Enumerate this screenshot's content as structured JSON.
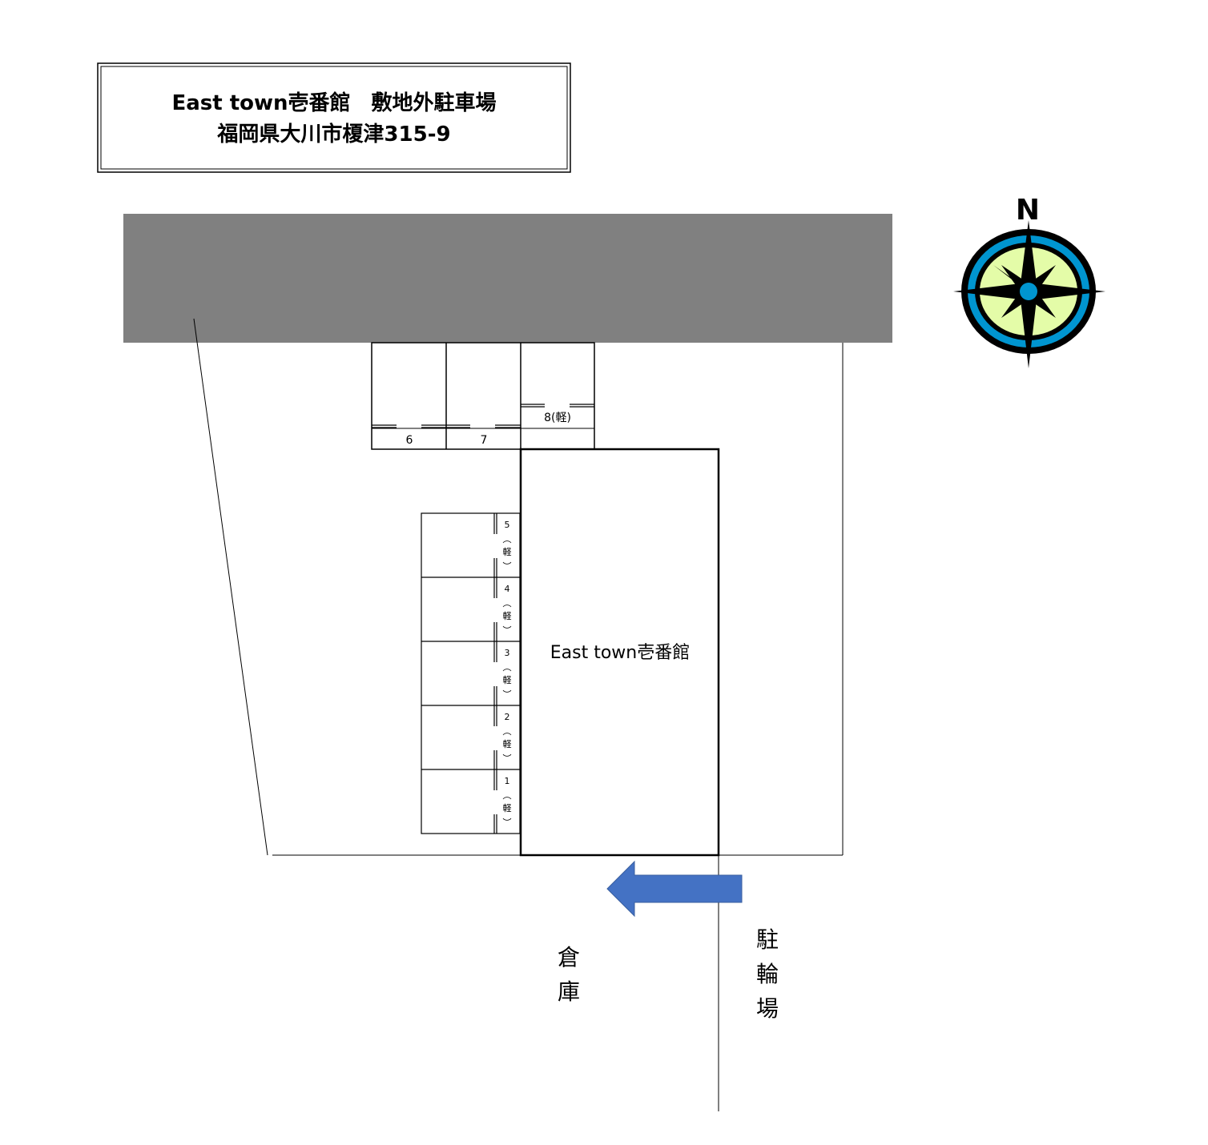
{
  "title": {
    "line1": "East town壱番館　敷地外駐車場",
    "line2": "福岡県大川市榎津315-9"
  },
  "building": {
    "label": "East town壱番館"
  },
  "top_stalls": [
    {
      "label": "6"
    },
    {
      "label": "7"
    },
    {
      "label": "8(軽)"
    }
  ],
  "side_stalls": [
    {
      "number": "5",
      "kei": "軽"
    },
    {
      "number": "4",
      "kei": "軽"
    },
    {
      "number": "3",
      "kei": "軽"
    },
    {
      "number": "2",
      "kei": "軽"
    },
    {
      "number": "1",
      "kei": "軽"
    }
  ],
  "warehouse": {
    "char1": "倉",
    "char2": "庫"
  },
  "bicycle_parking": {
    "char1": "駐",
    "char2": "輪",
    "char3": "場"
  },
  "compass": {
    "north_label": "N"
  },
  "colors": {
    "road": "#808080",
    "arrow": "#4472c4",
    "compass_ring": "#0095d0",
    "compass_face": "#e4fca8"
  }
}
